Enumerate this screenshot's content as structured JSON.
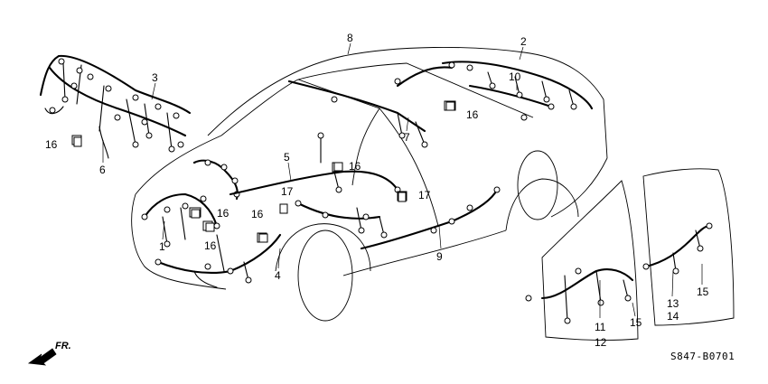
{
  "labels": {
    "l2": "2",
    "l3": "3",
    "l4": "4",
    "l5": "5",
    "l6": "6",
    "l7": "7",
    "l8": "8",
    "l9": "9",
    "l10": "10",
    "l11": "11",
    "l12": "12",
    "l13": "13",
    "l14": "14",
    "l15a": "15",
    "l15b": "15",
    "l16a": "16",
    "l16b": "16",
    "l16c": "16",
    "l16d": "16",
    "l16e": "16",
    "l16f": "16",
    "l17a": "17",
    "l17b": "17",
    "l1": "1"
  },
  "front_marker": "FR.",
  "diagram_code": "S847-B0701"
}
